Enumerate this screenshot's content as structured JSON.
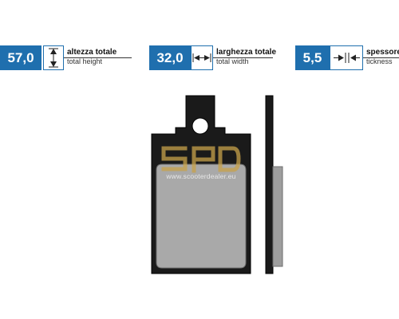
{
  "specs": {
    "height": {
      "value": "57,0",
      "label_it": "altezza totale",
      "label_en": "total height",
      "icon": "vertical-double-arrow-icon"
    },
    "width": {
      "value": "32,0",
      "label_it": "larghezza totale",
      "label_en": "total width",
      "icon": "horizontal-double-arrow-icon"
    },
    "thickness": {
      "value": "5,5",
      "label_it": "spessore",
      "label_en": "tickness",
      "icon": "inward-arrows-icon"
    }
  },
  "watermark": {
    "logo": "SPD",
    "url": "www.scooterdealer.eu"
  },
  "colors": {
    "accent": "#1f6fae",
    "backplate": "#1a1a1a",
    "friction_pad": "#a9a9a9",
    "watermark": "#c8a24a"
  }
}
